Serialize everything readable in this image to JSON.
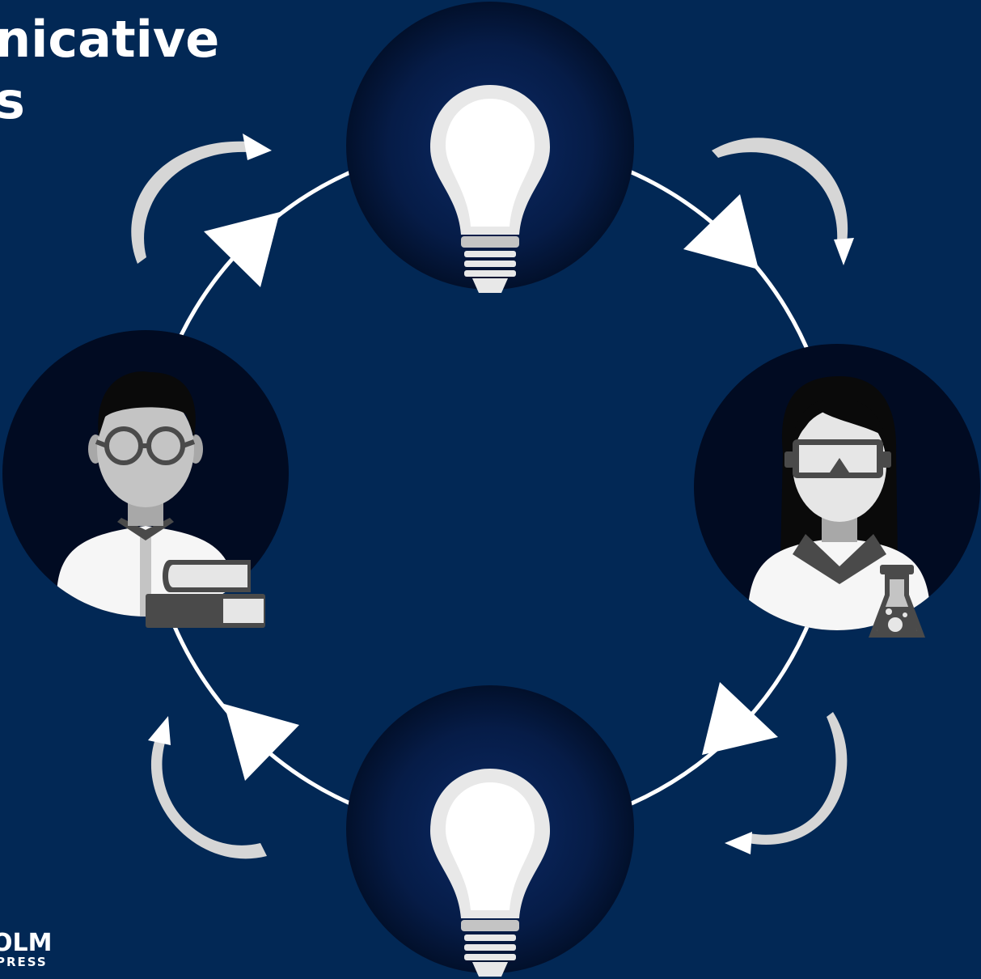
{
  "title": {
    "lines": [
      "nicative",
      "s"
    ]
  },
  "logo": {
    "main": "OLM",
    "sub": "PRESS"
  },
  "colors": {
    "background": "#022855",
    "disc": "#010b22",
    "white": "#ffffff",
    "light_gray": "#e6e6e6",
    "mid_gray": "#c4c4c4",
    "dark_gray": "#4a4a4a",
    "curved_arrow": "#d6d6d6"
  },
  "diagram": {
    "nodes": [
      {
        "id": "top",
        "icon": "lightbulb-icon"
      },
      {
        "id": "right",
        "icon": "scientist-icon"
      },
      {
        "id": "bottom",
        "icon": "lightbulb-icon"
      },
      {
        "id": "left",
        "icon": "scholar-icon"
      }
    ],
    "cycle_direction": "clockwise"
  }
}
